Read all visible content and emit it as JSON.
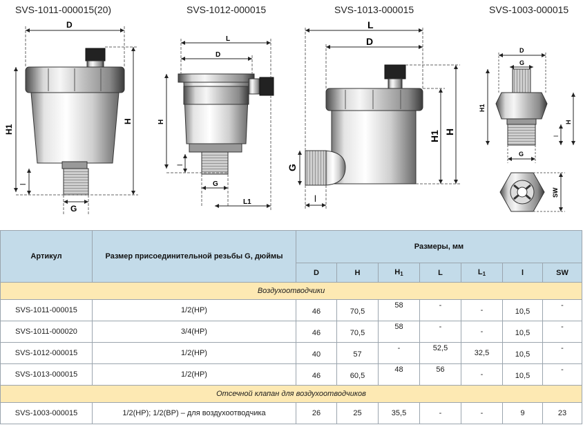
{
  "drawings": [
    {
      "title": "SVS-1011-000015(20)"
    },
    {
      "title": "SVS-1012-000015"
    },
    {
      "title": "SVS-1013-000015"
    },
    {
      "title": "SVS-1003-000015"
    }
  ],
  "dim_labels": {
    "D": "D",
    "H": "H",
    "H1": "H1",
    "L": "L",
    "L1": "L1",
    "l": "l",
    "G": "G",
    "SW": "SW"
  },
  "table": {
    "col_article": "Артикул",
    "col_thread": "Размер присоединительной резьбы G, дюймы",
    "col_dims": "Размеры, мм",
    "sub_cols": [
      "D",
      "H",
      "H",
      "L",
      "L",
      "l",
      "SW"
    ],
    "sub_idx": [
      "",
      "",
      "1",
      "",
      "1",
      "",
      ""
    ],
    "section1": "Воздухоотводчики",
    "section2": "Отсечной клапан для воздухоотводчиков",
    "rows1": [
      {
        "article": "SVS-1011-000015",
        "thread": "1/2(НР)",
        "D": "46",
        "H": "70,5",
        "H1": "58",
        "L": "-",
        "L1": "-",
        "l": "10,5",
        "SW": "-"
      },
      {
        "article": "SVS-1011-000020",
        "thread": "3/4(НР)",
        "D": "46",
        "H": "70,5",
        "H1": "58",
        "L": "-",
        "L1": "-",
        "l": "10,5",
        "SW": "-"
      },
      {
        "article": "SVS-1012-000015",
        "thread": "1/2(НР)",
        "D": "40",
        "H": "57",
        "H1": "-",
        "L": "52,5",
        "L1": "32,5",
        "l": "10,5",
        "SW": "-"
      },
      {
        "article": "SVS-1013-000015",
        "thread": "1/2(НР)",
        "D": "46",
        "H": "60,5",
        "H1": "48",
        "L": "56",
        "L1": "-",
        "l": "10,5",
        "SW": "-"
      }
    ],
    "rows2": [
      {
        "article": "SVS-1003-000015",
        "thread": "1/2(НР); 1/2(ВР) – для воздухоотводчика",
        "D": "26",
        "H": "25",
        "H1": "35,5",
        "L": "-",
        "L1": "-",
        "l": "9",
        "SW": "23"
      }
    ]
  }
}
